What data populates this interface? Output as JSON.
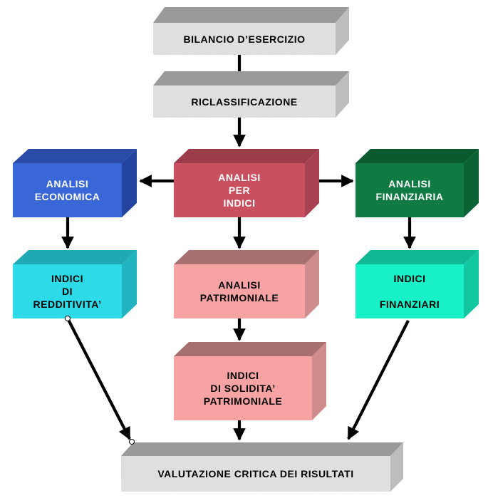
{
  "boxes": {
    "bilancio": "BILANCIO   D’ESERCIZIO",
    "riclassificazione": "RICLASSIFICAZIONE",
    "analisi_economica": "ANALISI\nECONOMICA",
    "analisi_per_indici": "ANALISI\nPER\nINDICI",
    "analisi_finanziaria": "ANALISI\nFINANZIARIA",
    "indici_redditivita": "INDICI\nDI\nREDDITIVITA’",
    "analisi_patrimoniale": "ANALISI\nPATRIMONIALE",
    "indici_finanziari": "INDICI\n\nFINANZIARI",
    "indici_solidita": "INDICI\nDI SOLIDITA’\nPATRIMONIALE",
    "valutazione": "VALUTAZIONE  CRITICA  DEI  RISULTATI"
  },
  "colors": {
    "slab_front": "#e6e6e6",
    "slab_top": "#9a9a9a",
    "slab_side": "#bdbdbd",
    "economica_front": "#3a67d8",
    "economica_top": "#2a4ca8",
    "economica_side": "#2345a0",
    "indici_front": "#c8505f",
    "indici_top": "#9c3b4a",
    "indici_side": "#a84252",
    "finanziaria_front": "#0f7a42",
    "finanziaria_top": "#0a5a30",
    "finanziaria_side": "#0b6235",
    "cyan_front": "#2ddbe8",
    "cyan_top": "#1fa9b5",
    "cyan_side": "#21b3bf",
    "pink_front": "#f7a3a3",
    "pink_top": "#a86f6f",
    "pink_side": "#cf8c8c",
    "mint_front": "#18f0c8",
    "mint_top": "#10b896",
    "mint_side": "#13c6a2",
    "text_light": "#ffffff",
    "text_dark": "#000000",
    "arrow": "#000000"
  }
}
